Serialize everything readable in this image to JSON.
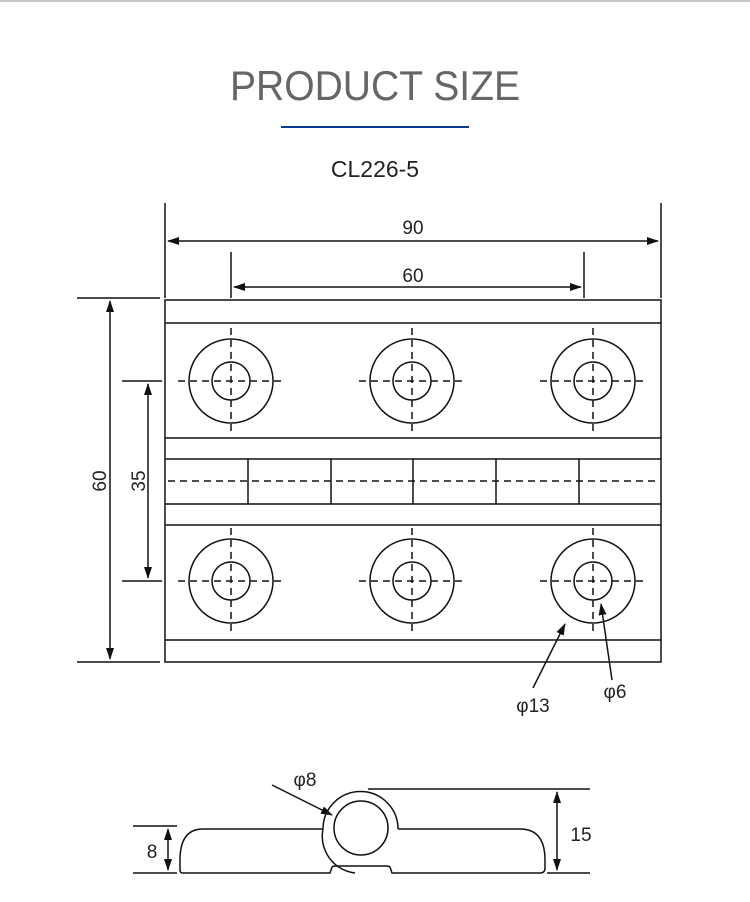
{
  "header": {
    "title": "PRODUCT SIZE",
    "accent_color": "#0a3d8f"
  },
  "model": "CL226-5",
  "dimensions": {
    "overall_width": "90",
    "hole_spacing": "60",
    "overall_height": "60",
    "hole_row_spacing": "35",
    "outer_hole_diameter": "φ13",
    "inner_hole_diameter": "φ6",
    "pin_diameter": "φ8",
    "leaf_thickness": "8",
    "total_thickness": "15"
  }
}
